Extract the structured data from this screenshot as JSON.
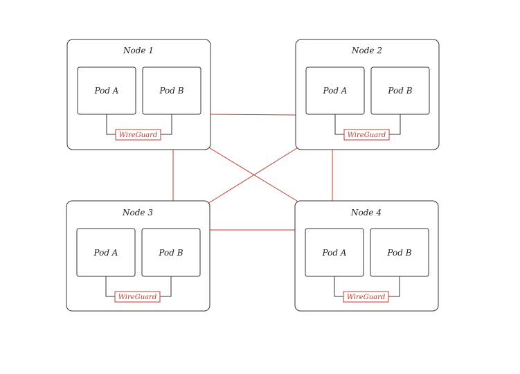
{
  "colors": {
    "link": "#c0392b",
    "box": "#333333",
    "background": "#ffffff"
  },
  "nodes": [
    {
      "label": "Node 1",
      "pods": [
        "Pod A",
        "Pod B"
      ],
      "tunnel": "WireGuard"
    },
    {
      "label": "Node 2",
      "pods": [
        "Pod A",
        "Pod B"
      ],
      "tunnel": "WireGuard"
    },
    {
      "label": "Node 3",
      "pods": [
        "Pod A",
        "Pod B"
      ],
      "tunnel": "WireGuard"
    },
    {
      "label": "Node 4",
      "pods": [
        "Pod A",
        "Pod B"
      ],
      "tunnel": "WireGuard"
    }
  ],
  "links": [
    [
      "Node 1",
      "Node 2"
    ],
    [
      "Node 1",
      "Node 3"
    ],
    [
      "Node 1",
      "Node 4"
    ],
    [
      "Node 2",
      "Node 3"
    ],
    [
      "Node 2",
      "Node 4"
    ],
    [
      "Node 3",
      "Node 4"
    ]
  ]
}
